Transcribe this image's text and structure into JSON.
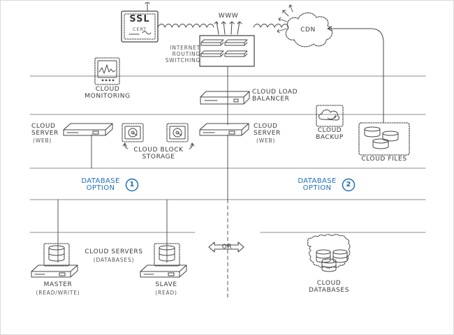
{
  "labels": {
    "ssl_main": "SSL",
    "ssl_sub": "CERT",
    "www": "WWW",
    "cdn": "CDN",
    "routing": "INTERNET\nROUTING\nSWITCHING",
    "monitoring": "CLOUD\nMONITORING",
    "load_balancer": "CLOUD LOAD\nBALANCER",
    "server_left": "CLOUD\nSERVER",
    "server_left_sub": "(WEB)",
    "server_right": "CLOUD\nSERVER",
    "server_right_sub": "(WEB)",
    "block_storage": "CLOUD BLOCK\nSTORAGE",
    "backup": "CLOUD\nBACKUP",
    "files": "CLOUD FILES",
    "db_option_1": "DATABASE\nOPTION",
    "db_option_1_num": "1",
    "db_option_2": "DATABASE\nOPTION",
    "db_option_2_num": "2",
    "cloud_servers": "CLOUD SERVERS",
    "cloud_servers_sub": "(DATABASES)",
    "master": "MASTER",
    "master_sub": "(READ/WRITE)",
    "slave": "SLAVE",
    "slave_sub": "(READ)",
    "or": "OR",
    "cloud_databases": "CLOUD\nDATABASES"
  },
  "colors": {
    "line": "#444444",
    "rule": "#9a9a9a",
    "accent_blue": "#1f6fb6",
    "background": "#ffffff"
  }
}
